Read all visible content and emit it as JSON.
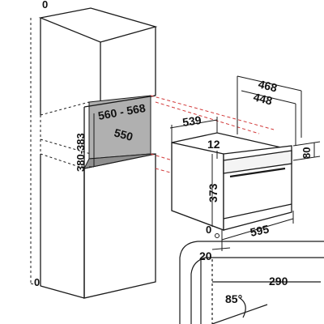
{
  "colors": {
    "line": "#1a1a1a",
    "red_dash": "#d23a3a",
    "cavity_fill": "#b0b0b0",
    "cavity_dark": "#8f8f8f",
    "panel_fill": "#f4f4f4",
    "background": "#ffffff"
  },
  "labels": {
    "top_zero": "0",
    "bottom_zero": "0",
    "cabinet_depth": "560 - 568",
    "cavity_width": "550",
    "cavity_height_upper": "380-383",
    "oven_width_top": "539",
    "oven_depth_outer": "468",
    "oven_depth_inner": "448",
    "top_offset": "12",
    "panel_height": "80",
    "oven_height": "373",
    "front_zero": "0",
    "oven_width": "595",
    "front_offset": "20",
    "detail_depth": "290",
    "door_angle": "85°"
  }
}
